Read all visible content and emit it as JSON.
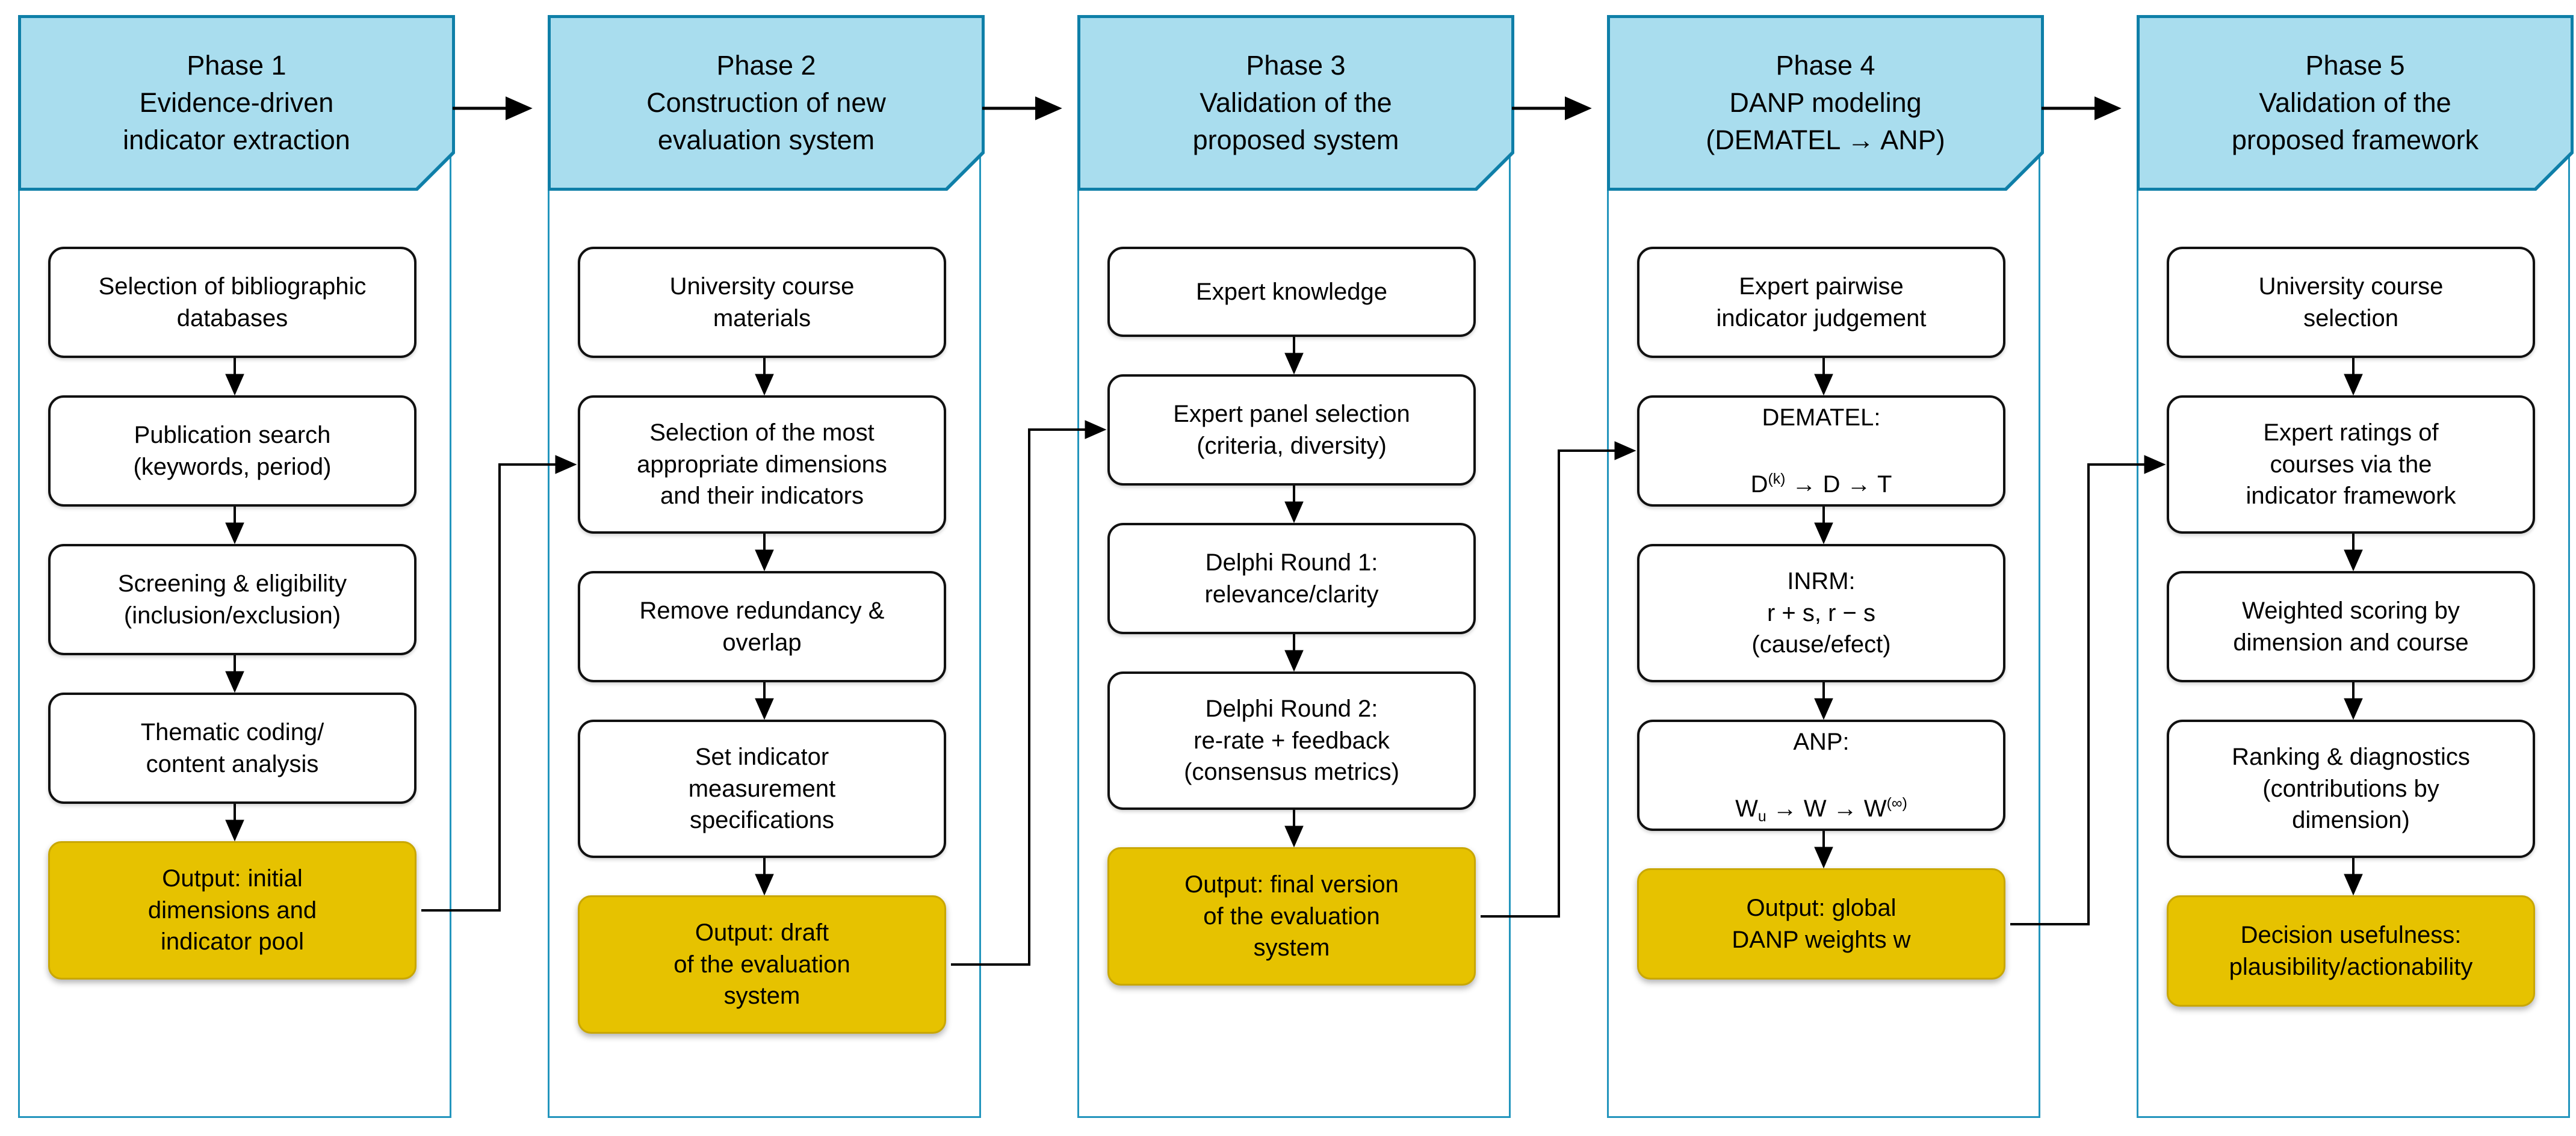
{
  "colors": {
    "header_fill": "#a9ddee",
    "header_border": "#0f7fa8",
    "column_border": "#2395bd",
    "step_fill": "#ffffff",
    "step_border": "#111111",
    "output_fill": "#e6c200",
    "output_border": "#c9a702",
    "arrow": "#000000",
    "text": "#000000"
  },
  "phases": [
    {
      "id": "1",
      "header": "Phase 1\nEvidence-driven\nindicator extraction",
      "steps": [
        {
          "text": "Selection of bibliographic\ndatabases"
        },
        {
          "text": "Publication search\n(keywords, period)"
        },
        {
          "text": "Screening & eligibility\n(inclusion/exclusion)"
        },
        {
          "text": "Thematic coding/\ncontent analysis"
        }
      ],
      "output": {
        "text": "Output: initial\ndimensions and\nindicator pool"
      }
    },
    {
      "id": "2",
      "header": "Phase 2\nConstruction of new\nevaluation system",
      "steps": [
        {
          "text": "University course\nmaterials"
        },
        {
          "text": "Selection of the most\nappropriate dimensions\nand their indicators"
        },
        {
          "text": "Remove redundancy &\noverlap"
        },
        {
          "text": "Set indicator\nmeasurement\nspecifications"
        }
      ],
      "output": {
        "text": "Output: draft\nof the evaluation\nsystem"
      }
    },
    {
      "id": "3",
      "header": "Phase 3\nValidation of the\nproposed system",
      "steps": [
        {
          "text": "Expert knowledge"
        },
        {
          "text": "Expert panel selection\n(criteria, diversity)"
        },
        {
          "text": "Delphi Round 1:\nrelevance/clarity"
        },
        {
          "text": "Delphi Round 2:\nre-rate + feedback\n(consensus metrics)"
        }
      ],
      "output": {
        "text": "Output: final version\nof the evaluation\nsystem"
      }
    },
    {
      "id": "4",
      "header": "Phase 4\nDANP modeling\n(DEMATEL → ANP)",
      "steps": [
        {
          "text": "Expert pairwise\nindicator judgement"
        },
        {
          "title": "DEMATEL:",
          "base": "D",
          "sup": "(k)",
          "rest": " → D → T"
        },
        {
          "text": "INRM:\nr + s, r − s\n(cause/efect)"
        },
        {
          "title": "ANP:",
          "base": "W",
          "sub": "u",
          "mid": " → W → W",
          "sup": "(∞)"
        }
      ],
      "output": {
        "text": "Output: global\nDANP weights w"
      }
    },
    {
      "id": "5",
      "header": "Phase 5\nValidation of the\nproposed framework",
      "steps": [
        {
          "text": "University course\nselection"
        },
        {
          "text": "Expert ratings of\ncourses via the\nindicator framework"
        },
        {
          "text": "Weighted scoring by\ndimension and course"
        },
        {
          "text": "Ranking & diagnostics\n(contributions by\ndimension)"
        }
      ],
      "output": {
        "text": "Decision usefulness:\nplausibility/actionability"
      }
    }
  ]
}
